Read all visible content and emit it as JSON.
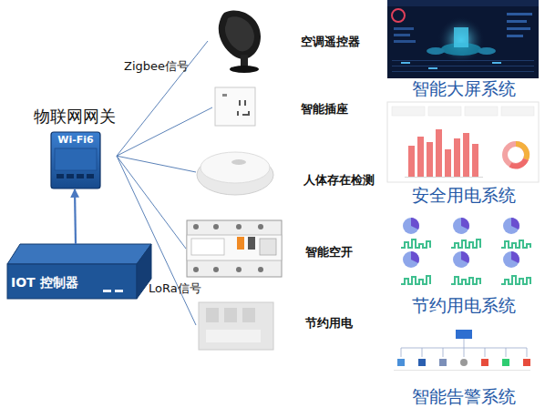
{
  "diagram": {
    "nodes": [
      {
        "text": [
          "物联网网关",
          "Wi-Fi6"
        ]
      },
      {
        "text": [
          "IOT 控制器"
        ]
      },
      {
        "text": [
          "空调遥控器"
        ]
      },
      {
        "text": [
          "智能插座"
        ]
      },
      {
        "text": [
          "人体存在检测"
        ]
      },
      {
        "text": [
          "智能空开"
        ]
      },
      {
        "text": [
          "节约用电"
        ]
      },
      {
        "text": [
          "智能大屏系统"
        ]
      },
      {
        "text": [
          "安全用电系统"
        ]
      },
      {
        "text": [
          "节约用电系统"
        ]
      },
      {
        "text": [
          "智能告警系统"
        ]
      }
    ],
    "edges": [
      {
        "from": 1,
        "to": 0,
        "arrow": "to"
      },
      {
        "from": 0,
        "to": 2,
        "arrow": "none",
        "label": "Zigbee信号"
      },
      {
        "from": 0,
        "to": 3,
        "arrow": "none"
      },
      {
        "from": 0,
        "to": 4,
        "arrow": "none"
      },
      {
        "from": 0,
        "to": 5,
        "arrow": "none"
      },
      {
        "from": 0,
        "to": 6,
        "arrow": "none",
        "label": "LoRa信号"
      }
    ]
  }
}
